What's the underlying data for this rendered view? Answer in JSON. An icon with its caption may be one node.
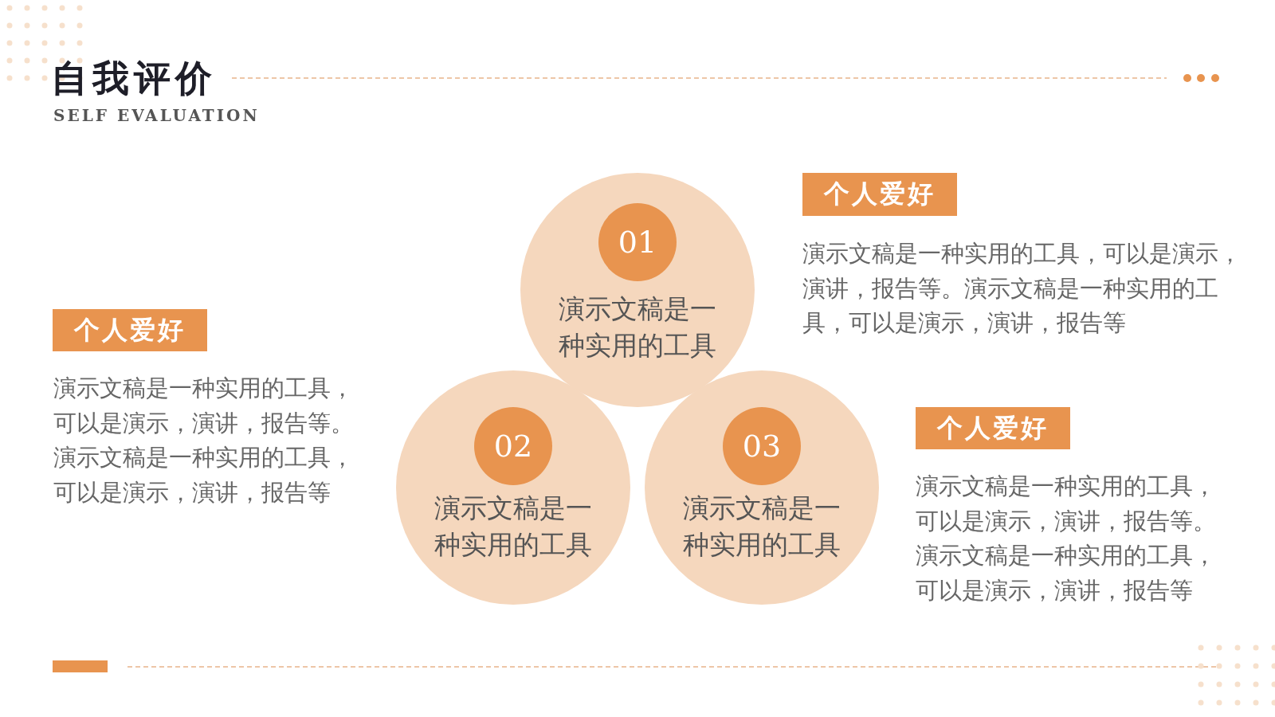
{
  "diagram": {
    "title": "自我评价",
    "nodes": [
      {
        "text": [
          "演示文稿是一种实用的工具"
        ]
      },
      {
        "text": [
          "01"
        ],
        "in": 0
      },
      {
        "text": [
          "演示文稿是一种实用的工具"
        ]
      },
      {
        "text": [
          "02"
        ],
        "in": 2
      },
      {
        "text": [
          "演示文稿是一种实用的工具"
        ]
      },
      {
        "text": [
          "03"
        ],
        "in": 4
      },
      {
        "text": [
          "个人爱好"
        ],
        "beside": [
          "演示文稿是一种实用的工具，可以是演示，演讲，报告等。演示文稿是一种实用的工具，可以是演示，演讲，报告等"
        ]
      },
      {
        "text": [
          "个人爱好"
        ],
        "beside": [
          "演示文稿是一种实用的工具，可以是演示，演讲，报告等。演示文稿是一种实用的工具，可以是演示，演讲，报告等"
        ]
      },
      {
        "text": [
          "个人爱好"
        ],
        "beside": [
          "演示文稿是一种实用的工具，可以是演示，演讲，报告等。演示文稿是一种实用的工具，可以是演示，演讲，报告等"
        ]
      }
    ],
    "labels": [
      "SELF EVALUATION"
    ]
  }
}
